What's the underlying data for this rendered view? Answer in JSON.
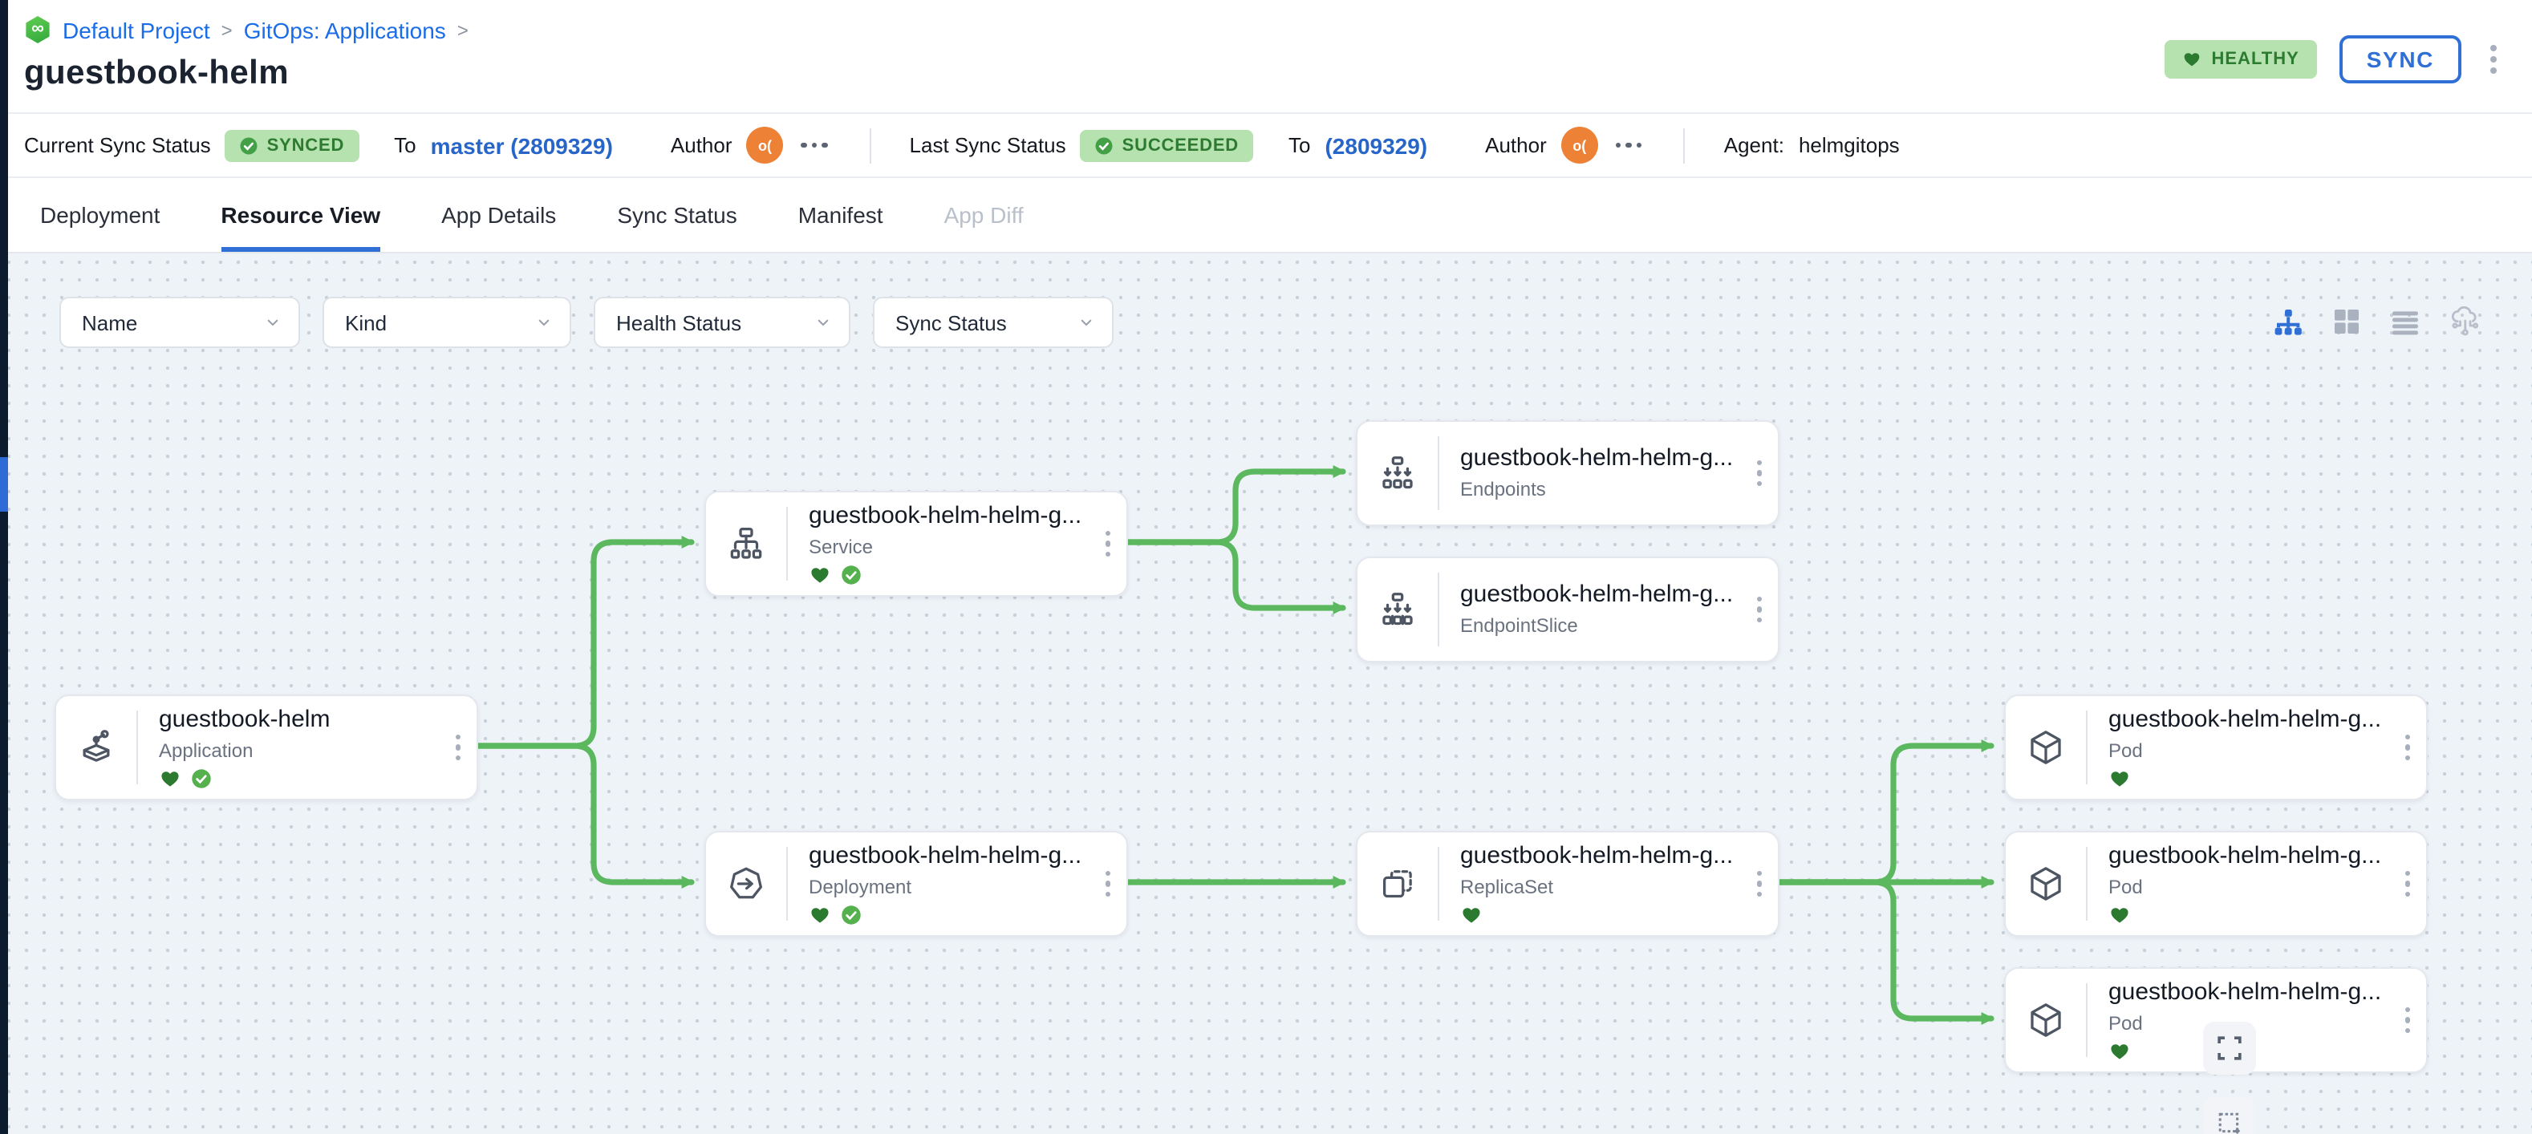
{
  "breadcrumb": {
    "logo_icon": "codefresh-logo",
    "project": "Default Project",
    "separator": ">",
    "section": "GitOps: Applications"
  },
  "page": {
    "title": "guestbook-helm"
  },
  "header_actions": {
    "health_badge": "HEALTHY",
    "sync_button": "SYNC",
    "more_icon": "kebab-menu-icon"
  },
  "status_bar": {
    "current": {
      "label": "Current Sync Status",
      "badge": "SYNCED",
      "to_label": "To",
      "revision": "master (2809329)",
      "author_label": "Author",
      "avatar_text": "o("
    },
    "last": {
      "label": "Last Sync Status",
      "badge": "SUCCEEDED",
      "to_label": "To",
      "revision": "(2809329)",
      "author_label": "Author",
      "avatar_text": "o("
    },
    "agent_label": "Agent:",
    "agent_value": "helmgitops"
  },
  "tabs": [
    {
      "label": "Deployment",
      "state": "normal"
    },
    {
      "label": "Resource View",
      "state": "active"
    },
    {
      "label": "App Details",
      "state": "normal"
    },
    {
      "label": "Sync Status",
      "state": "normal"
    },
    {
      "label": "Manifest",
      "state": "normal"
    },
    {
      "label": "App Diff",
      "state": "disabled"
    }
  ],
  "filters": [
    {
      "label": "Name"
    },
    {
      "label": "Kind"
    },
    {
      "label": "Health Status"
    },
    {
      "label": "Sync Status"
    }
  ],
  "view_toggles": [
    {
      "icon": "tree-view-icon",
      "active": true
    },
    {
      "icon": "grid-view-icon",
      "active": false
    },
    {
      "icon": "list-view-icon",
      "active": false
    },
    {
      "icon": "cloud-view-icon",
      "active": false
    }
  ],
  "graph": {
    "nodes": [
      {
        "id": "app",
        "title": "guestbook-helm",
        "kind": "Application",
        "health": "healthy",
        "sync": "synced"
      },
      {
        "id": "service",
        "title": "guestbook-helm-helm-g...",
        "kind": "Service",
        "health": "healthy",
        "sync": "synced"
      },
      {
        "id": "endpoints",
        "title": "guestbook-helm-helm-g...",
        "kind": "Endpoints"
      },
      {
        "id": "endpointslice",
        "title": "guestbook-helm-helm-g...",
        "kind": "EndpointSlice"
      },
      {
        "id": "deployment",
        "title": "guestbook-helm-helm-g...",
        "kind": "Deployment",
        "health": "healthy",
        "sync": "synced"
      },
      {
        "id": "replicaset",
        "title": "guestbook-helm-helm-g...",
        "kind": "ReplicaSet",
        "health": "healthy"
      },
      {
        "id": "pod-1",
        "title": "guestbook-helm-helm-g...",
        "kind": "Pod",
        "health": "healthy"
      },
      {
        "id": "pod-2",
        "title": "guestbook-helm-helm-g...",
        "kind": "Pod",
        "health": "healthy"
      },
      {
        "id": "pod-3",
        "title": "guestbook-helm-helm-g...",
        "kind": "Pod",
        "health": "healthy"
      }
    ],
    "edges": [
      [
        "app",
        "service"
      ],
      [
        "app",
        "deployment"
      ],
      [
        "service",
        "endpoints"
      ],
      [
        "service",
        "endpointslice"
      ],
      [
        "deployment",
        "replicaset"
      ],
      [
        "replicaset",
        "pod-1"
      ],
      [
        "replicaset",
        "pod-2"
      ],
      [
        "replicaset",
        "pod-3"
      ]
    ]
  },
  "canvas_controls": [
    {
      "icon": "expand-icon"
    },
    {
      "icon": "fit-selection-icon"
    }
  ],
  "colors": {
    "accent_blue": "#2f6fd6",
    "link_blue": "#1a6ce8",
    "badge_green_bg": "#b5e2ae",
    "badge_green_text": "#2d7b31",
    "edge_green": "#5cb85e",
    "heart_green": "#2b7a2f",
    "avatar_orange": "#ed8136",
    "canvas_bg": "#eef3f8",
    "rail_dark": "#0d1b2e"
  }
}
